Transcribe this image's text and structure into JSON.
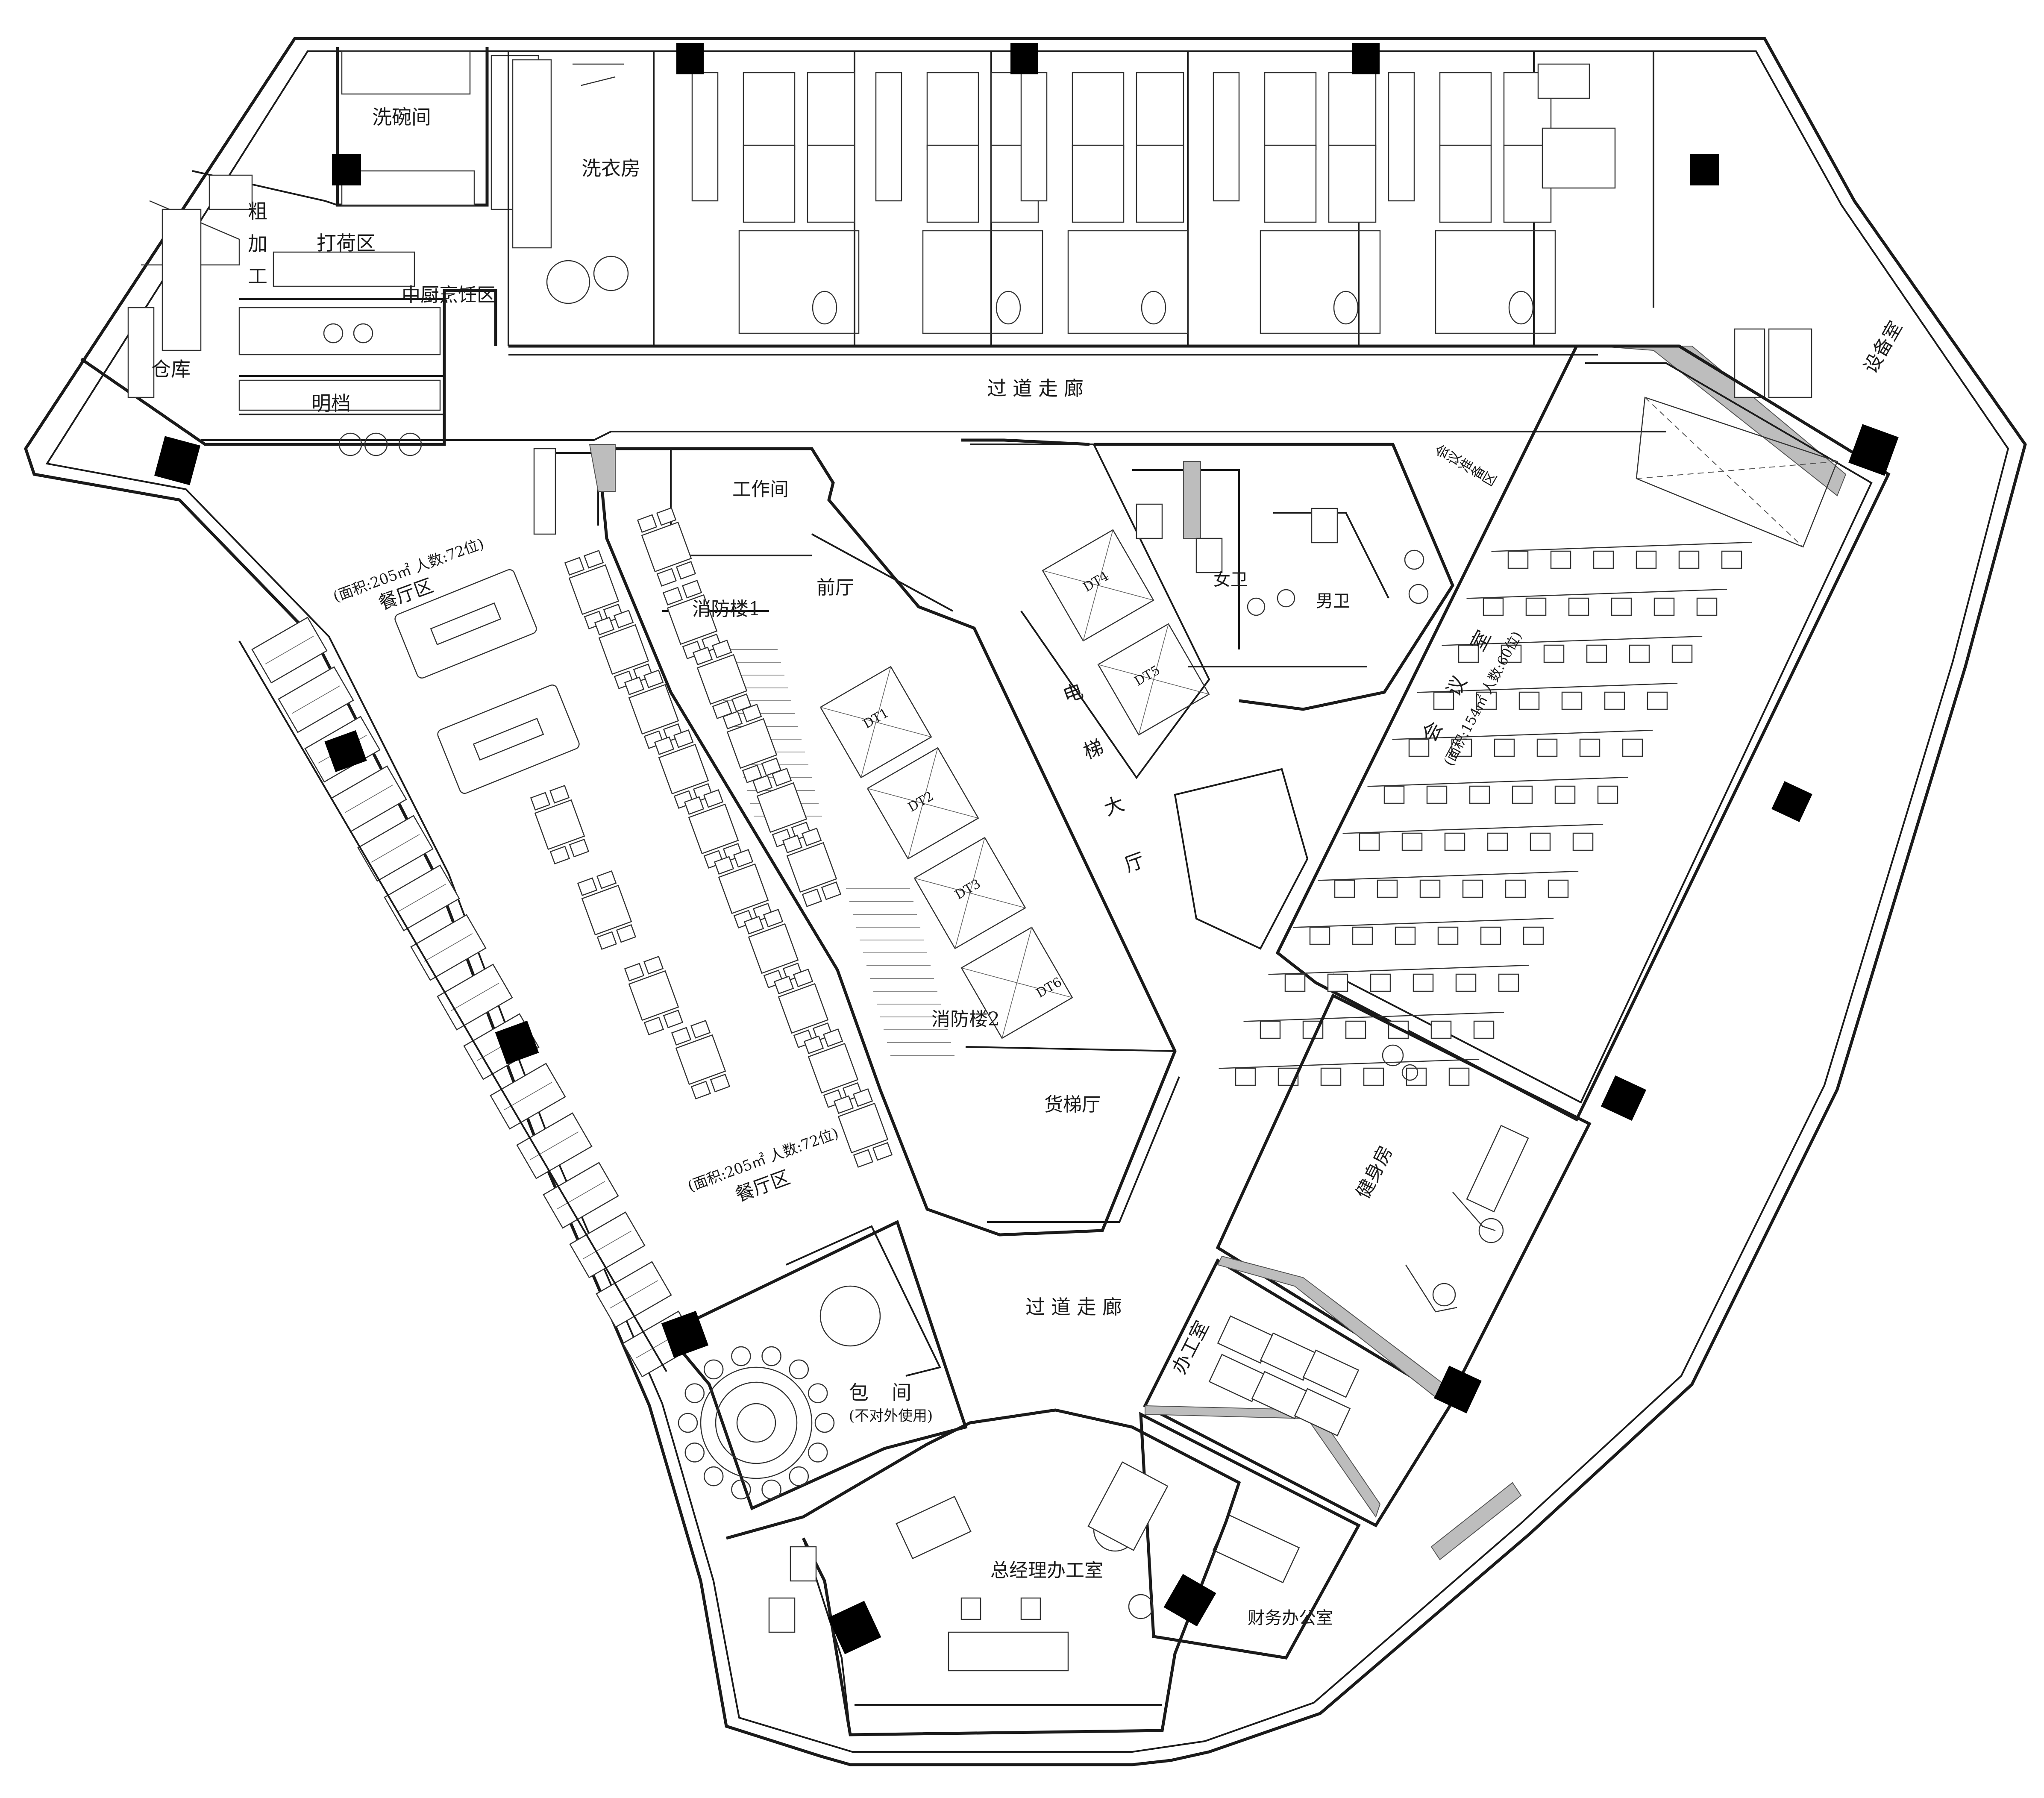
{
  "rooms": {
    "dishwashing": "洗碗间",
    "laundry": "洗衣房",
    "rough_processing": "粗加工",
    "packing_area": "打荷区",
    "chinese_kitchen": "中厨烹饪区",
    "storage": "仓库",
    "open_kitchen": "明档",
    "corridor_top": "过道走廊",
    "dining_top_area": "(面积:205㎡ 人数:72位)",
    "dining_top_name": "餐厅区",
    "workroom": "工作间",
    "front_hall": "前厅",
    "fire_stair_1": "消防楼1",
    "fire_stair_2": "消防楼2",
    "elevator_hall": "电 梯 大 厅",
    "freight_hall": "货梯厅",
    "female_wc": "女卫",
    "male_wc": "男卫",
    "meeting_prep": "会议准备区",
    "equipment_room": "设备室",
    "meeting_room_name": "会 议 室",
    "meeting_room_area": "(面积:154㎡ 人数:60位)",
    "dining_bottom_area": "(面积:205㎡ 人数:72位)",
    "dining_bottom_name": "餐厅区",
    "gym": "健身房",
    "corridor_bottom": "过道走廊",
    "private_room": "包 间",
    "private_room_note": "(不对外使用)",
    "office": "办工室",
    "gm_office": "总经理办工室",
    "finance_office": "财务办公室"
  },
  "elevators": [
    "DT1",
    "DT2",
    "DT3",
    "DT4",
    "DT5",
    "DT6"
  ],
  "colors": {
    "line": "#1a1a1a",
    "column": "#000000",
    "hatch": "#bdbdbd"
  }
}
